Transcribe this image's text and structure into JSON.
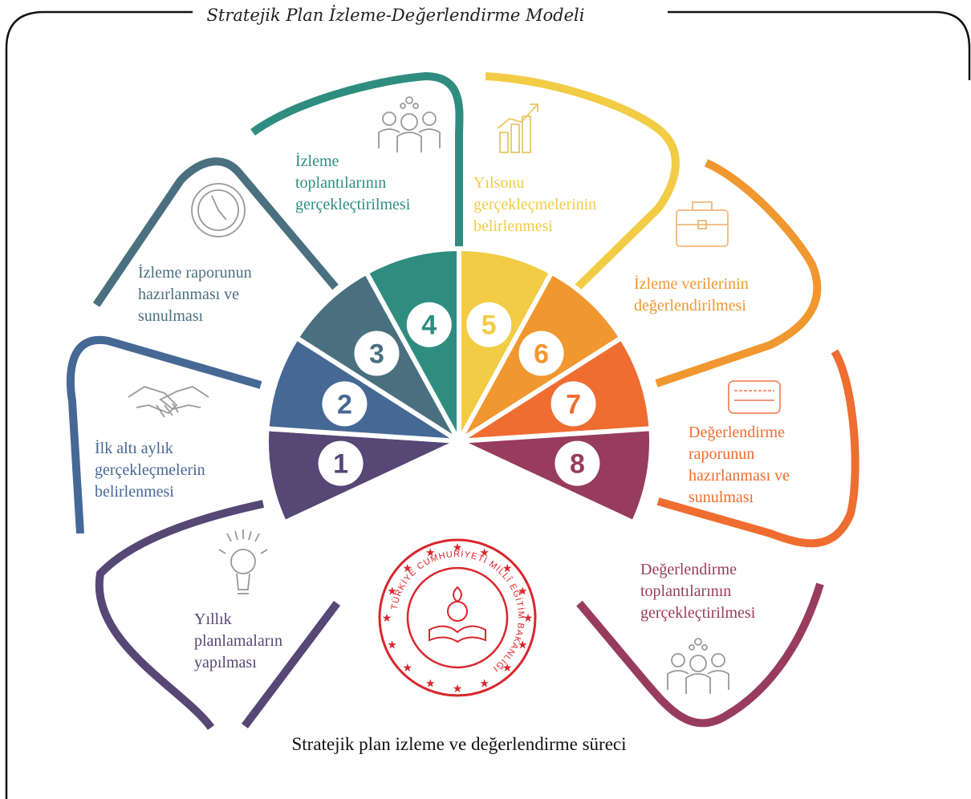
{
  "title": "Stratejik Plan İzleme-Değerlendirme Modeli",
  "caption": "Stratejik plan izleme ve değerlendirme süreci",
  "steps": [
    {
      "number": "1",
      "color": "#564775",
      "lines": [
        "Yıllık",
        "planlamaların",
        "yapılması"
      ],
      "icon": "lightbulb-icon"
    },
    {
      "number": "2",
      "color": "#466895",
      "lines": [
        "İlk altı aylık",
        "gerçekleçmelerin",
        "belirlenmesi"
      ],
      "icon": "handshake-icon"
    },
    {
      "number": "3",
      "color": "#4a7080",
      "lines": [
        "İzleme raporunun",
        "hazırlanması ve",
        "sunulması"
      ],
      "icon": "clock-icon"
    },
    {
      "number": "4",
      "color": "#2f8d80",
      "lines": [
        "İzleme",
        "toplantılarının",
        "gerçekleçtirilmesi"
      ],
      "icon": "team-meeting-icon"
    },
    {
      "number": "5",
      "color": "#f2cc45",
      "lines": [
        "Yılsonu",
        "gerçekleçmelerinin",
        "belirlenmesi"
      ],
      "icon": "growth-chart-icon"
    },
    {
      "number": "6",
      "color": "#f1972f",
      "lines": [
        "İzleme verilerinin",
        "değerlendirilmesi"
      ],
      "icon": "briefcase-icon"
    },
    {
      "number": "7",
      "color": "#ef6d30",
      "lines": [
        "Değerlendirme",
        "raporunun",
        "hazırlanması ve",
        "sunulması"
      ],
      "icon": "printer-icon"
    },
    {
      "number": "8",
      "color": "#983c5e",
      "lines": [
        "Değerlendirme",
        "toplantılarının",
        "gerçekleçtirilmesi"
      ],
      "icon": "team-meeting-icon"
    }
  ],
  "logo": {
    "text": "TÜRKİYE CUMHURİYETİ MİLLÎ EĞİTİM BAKANLIĞI",
    "color": "#d9262c",
    "icon": "meb-emblem-icon"
  }
}
